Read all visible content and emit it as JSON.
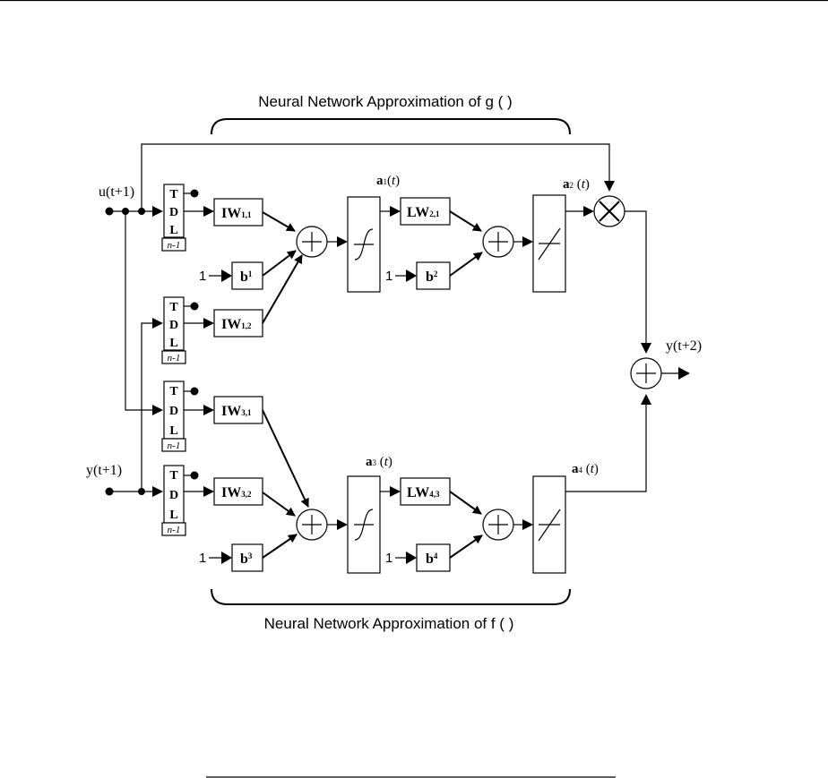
{
  "title_top": "Neural Network Approximation of g ( )",
  "title_bottom": "Neural Network Approximation of f ( )",
  "inputs": {
    "u": "u(t+1)",
    "y": "y(t+1)"
  },
  "output": "y(t+2)",
  "tdl": {
    "t": "T",
    "d": "D",
    "l": "L",
    "delay": "n-1"
  },
  "weights": {
    "iw11": "IW1,1",
    "iw12": "IW1,2",
    "iw31": "IW3,1",
    "iw32": "IW3,2",
    "lw21": "LW2,1",
    "lw43": "LW4,3"
  },
  "biases": {
    "b1": "b1",
    "b2": "b2",
    "b3": "b3",
    "b4": "b4",
    "one": "1"
  },
  "signals": {
    "a1": "a1(t)",
    "a2": "a2(t)",
    "a3": "a3(t)",
    "a4": "a4(t)"
  }
}
